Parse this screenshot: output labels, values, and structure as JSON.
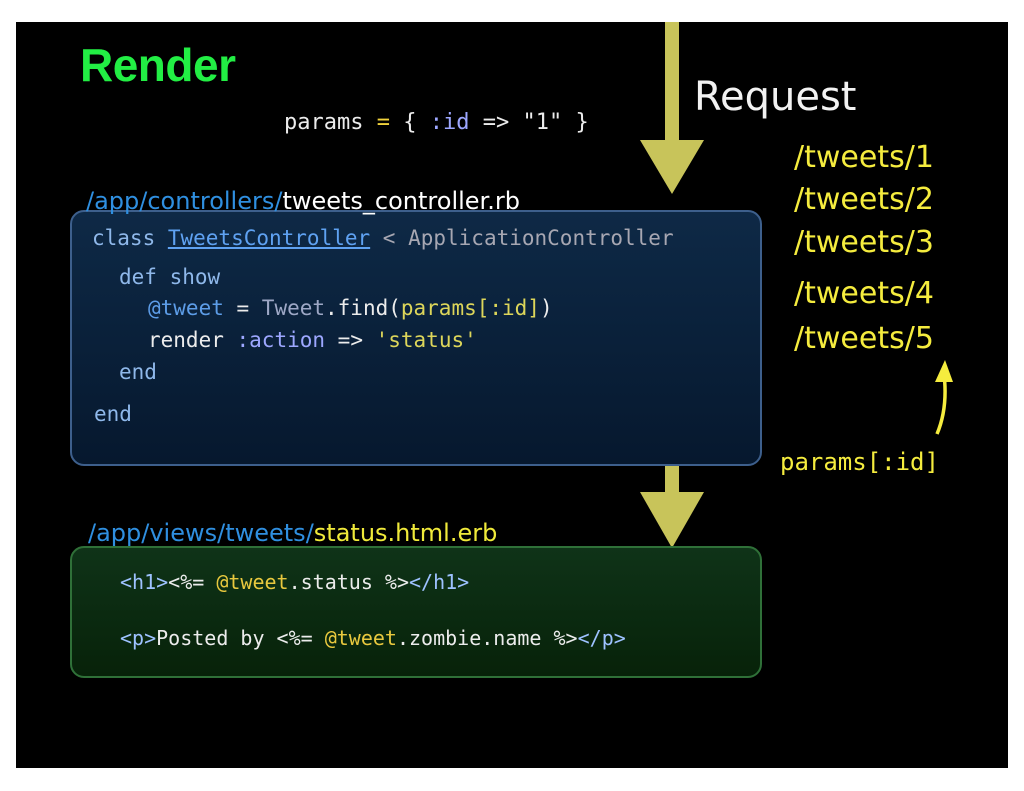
{
  "slide": {
    "title": "Render",
    "request_label": "Request",
    "params_line": {
      "prefix": "params ",
      "eq": "=",
      "open": " { ",
      "key": ":id",
      "arrow": " => ",
      "value": "\"1\"",
      "close": " }"
    },
    "routes": [
      "/tweets/1",
      "/tweets/2",
      "/tweets/3",
      "/tweets/4",
      "/tweets/5"
    ],
    "params_id_label": "params[:id]",
    "controller_path": {
      "prefix": "/app/controllers/",
      "file": "tweets_controller.rb"
    },
    "view_path": {
      "prefix": "/app/views/tweets/",
      "file": "status.html.erb"
    },
    "controller_code": {
      "l1_kw": "class ",
      "l1_class": "TweetsController",
      "l1_rest": " < ApplicationController",
      "l2_kw": "def ",
      "l2_name": "show",
      "l3_ivar": "@tweet",
      "l3_eq": " = ",
      "l3_const": "Tweet",
      "l3_rest": ".find(",
      "l3_arg": "params[:id]",
      "l3_end": ")",
      "l4_kw": "render ",
      "l4_sym": ":action",
      "l4_arrow": " => ",
      "l4_str": "'status'",
      "l5": "end",
      "l6": "end"
    },
    "view_code": {
      "v1_open": "<h1>",
      "v1_erb_open": "<%= ",
      "v1_ivar": "@tweet",
      "v1_rest": ".status ",
      "v1_erb_close": "%>",
      "v1_close": "</h1>",
      "v2_open": "<p>",
      "v2_text": "Posted by ",
      "v2_erb_open": "<%= ",
      "v2_ivar": "@tweet",
      "v2_rest": ".zombie.name ",
      "v2_erb_close": "%>",
      "v2_close": "</p>"
    },
    "colors": {
      "title": "#22ee44",
      "arrow": "#c8c45a",
      "route": "#f5ec3e",
      "controller_box": "#0e2946",
      "view_box": "#0f3318"
    },
    "icons": {
      "request_arrow": "down-arrow-icon",
      "params_arrow": "up-arrow-icon"
    }
  }
}
